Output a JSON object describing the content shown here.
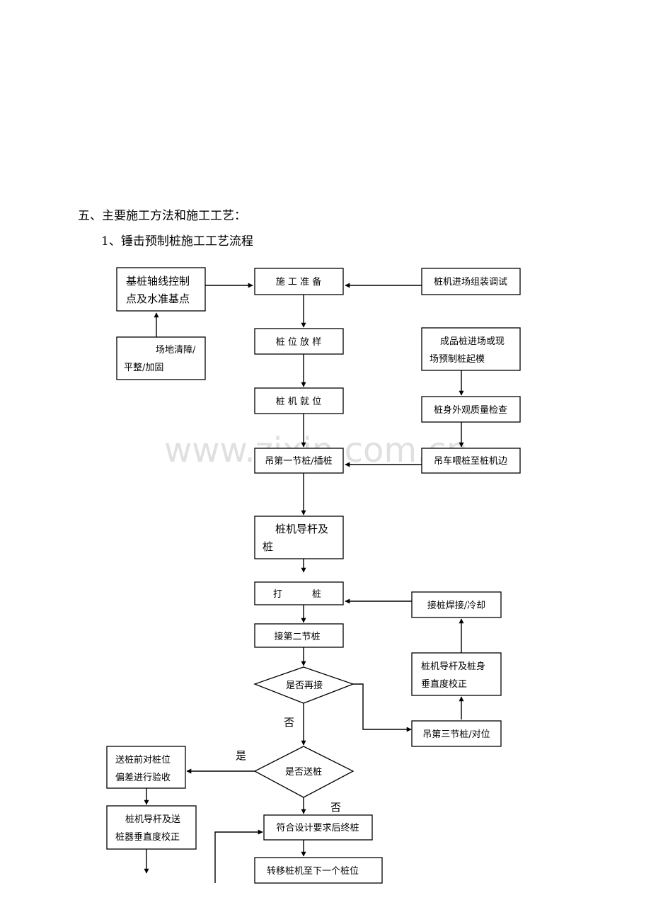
{
  "heading": {
    "section": "五、主要施工方法和施工工艺：",
    "subsection": "1、锤击预制桩施工工艺流程"
  },
  "flowchart": {
    "nodes": {
      "axis_control": [
        "基桩轴线控制",
        "点及水准基点"
      ],
      "site_clear": [
        "场地清障/",
        "平整/加固"
      ],
      "prep": [
        "施 工 准 备"
      ],
      "rig_assembly": [
        "桩机进场组装调试"
      ],
      "pile_layout": [
        "桩 位 放 样"
      ],
      "precast_arrive": [
        "成品桩进场或现",
        "场预制桩起模"
      ],
      "rig_position": [
        "桩 机 就 位"
      ],
      "quality_check": [
        "桩身外观质量检查"
      ],
      "lift_first": [
        "吊第一节桩/插桩"
      ],
      "crane_feed": [
        "吊车喂桩至桩机边"
      ],
      "guide_check": [
        "桩机导杆及",
        "桩"
      ],
      "driving": [
        "打",
        "桩"
      ],
      "weld_cool": [
        "接桩焊接/冷却"
      ],
      "splice_second": [
        "接第二节桩"
      ],
      "guide_vertical": [
        "桩机导杆及桩身",
        "垂直度校正"
      ],
      "decide_splice": [
        "是否再接"
      ],
      "lift_third": [
        "吊第三节桩/对位"
      ],
      "decide_follow": [
        "是否送桩"
      ],
      "follower_check": [
        "送桩前对桩位",
        "偏差进行验收"
      ],
      "follower_vertical": [
        "桩机导杆及送",
        "桩器垂直度校正"
      ],
      "terminate": [
        "符合设计要求后终桩"
      ],
      "move_rig": [
        "转移桩机至下一个桩位"
      ]
    },
    "edge_labels": {
      "no_1": "否",
      "yes": "是",
      "no_2": "否"
    }
  },
  "watermark": "www.zixin.com.cn"
}
